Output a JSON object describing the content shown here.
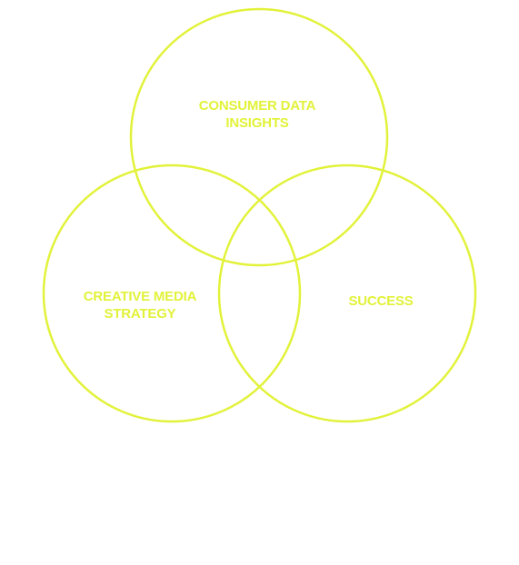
{
  "diagram": {
    "type": "venn",
    "stroke_color": "#e2f23a",
    "label_color": "#e2f23a",
    "sets": [
      {
        "id": "top",
        "lines": [
          "CONSUMER DATA",
          "INSIGHTS"
        ]
      },
      {
        "id": "left",
        "lines": [
          "CREATIVE MEDIA",
          "STRATEGY"
        ]
      },
      {
        "id": "right",
        "lines": [
          "SUCCESS"
        ]
      }
    ]
  }
}
